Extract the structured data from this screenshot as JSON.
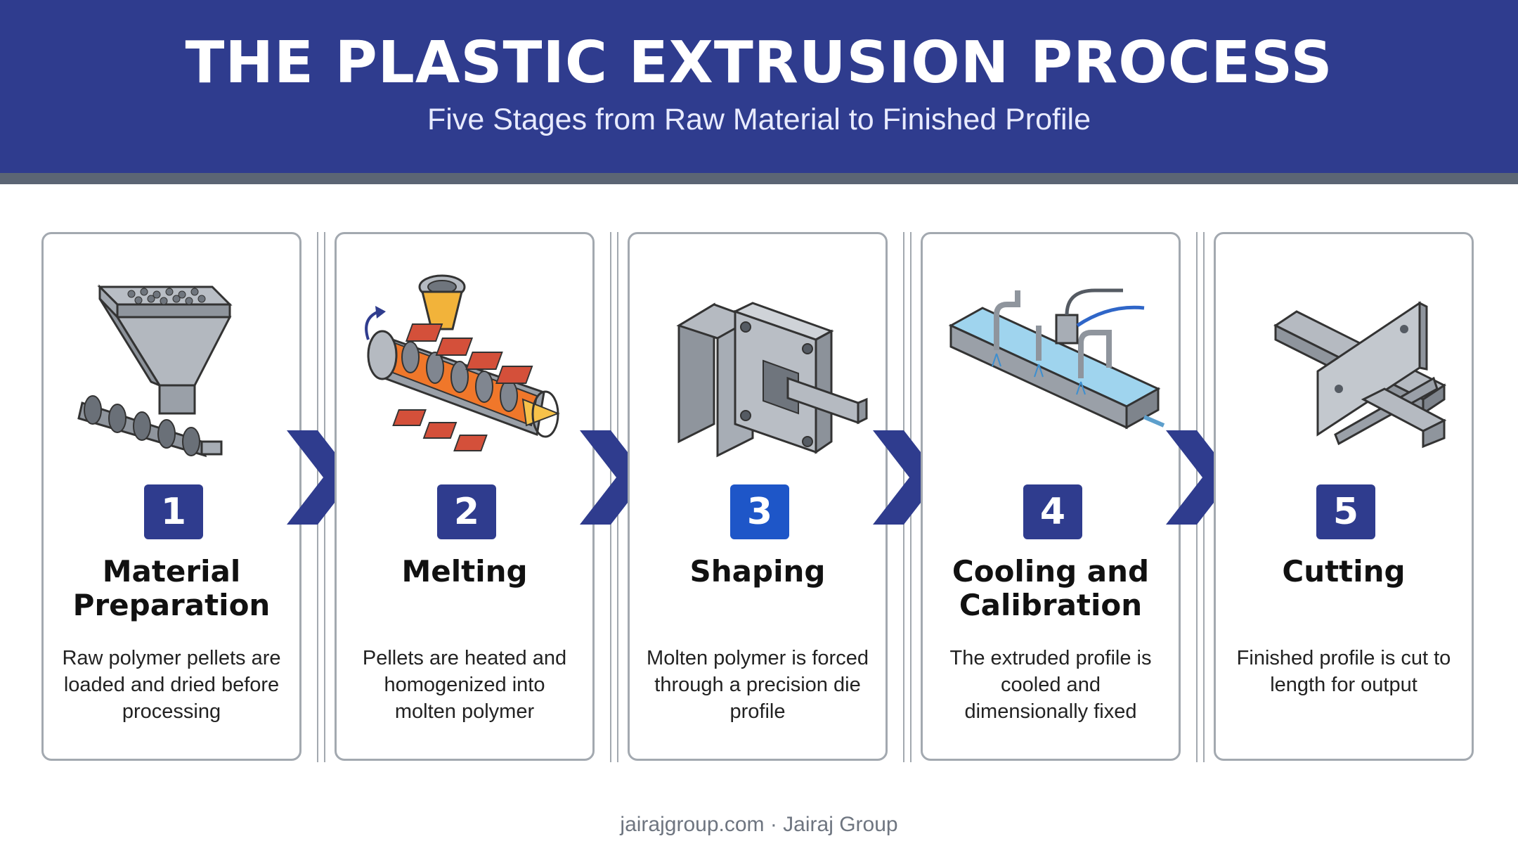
{
  "header": {
    "title": "THE PLASTIC EXTRUSION PROCESS",
    "subtitle": "Five Stages from Raw Material to Finished Profile"
  },
  "stages": [
    {
      "number": "1",
      "title": "Material Preparation",
      "description": "Raw polymer pellets are loaded and dried before processing",
      "icon": "hopper-feeder-icon"
    },
    {
      "number": "2",
      "title": "Melting",
      "description": "Pellets are heated and homogenized into molten polymer",
      "icon": "heated-screw-barrel-icon"
    },
    {
      "number": "3",
      "title": "Shaping",
      "description": "Molten polymer is forced through a precision die profile",
      "icon": "extrusion-die-icon"
    },
    {
      "number": "4",
      "title": "Cooling and Calibration",
      "description": "The extruded profile is cooled and dimensionally fixed",
      "icon": "cooling-tank-icon"
    },
    {
      "number": "5",
      "title": "Cutting",
      "description": "Finished profile is cut to length for output",
      "icon": "cutter-blade-icon"
    }
  ],
  "footer": {
    "text": "jairajgroup.com · Jairaj Group"
  },
  "colors": {
    "header": "#2f3c8e",
    "strip": "#5b6574",
    "badge": "#2f3c8e",
    "badge_active": "#1e56c8",
    "arrow": "#2f3c8e"
  }
}
